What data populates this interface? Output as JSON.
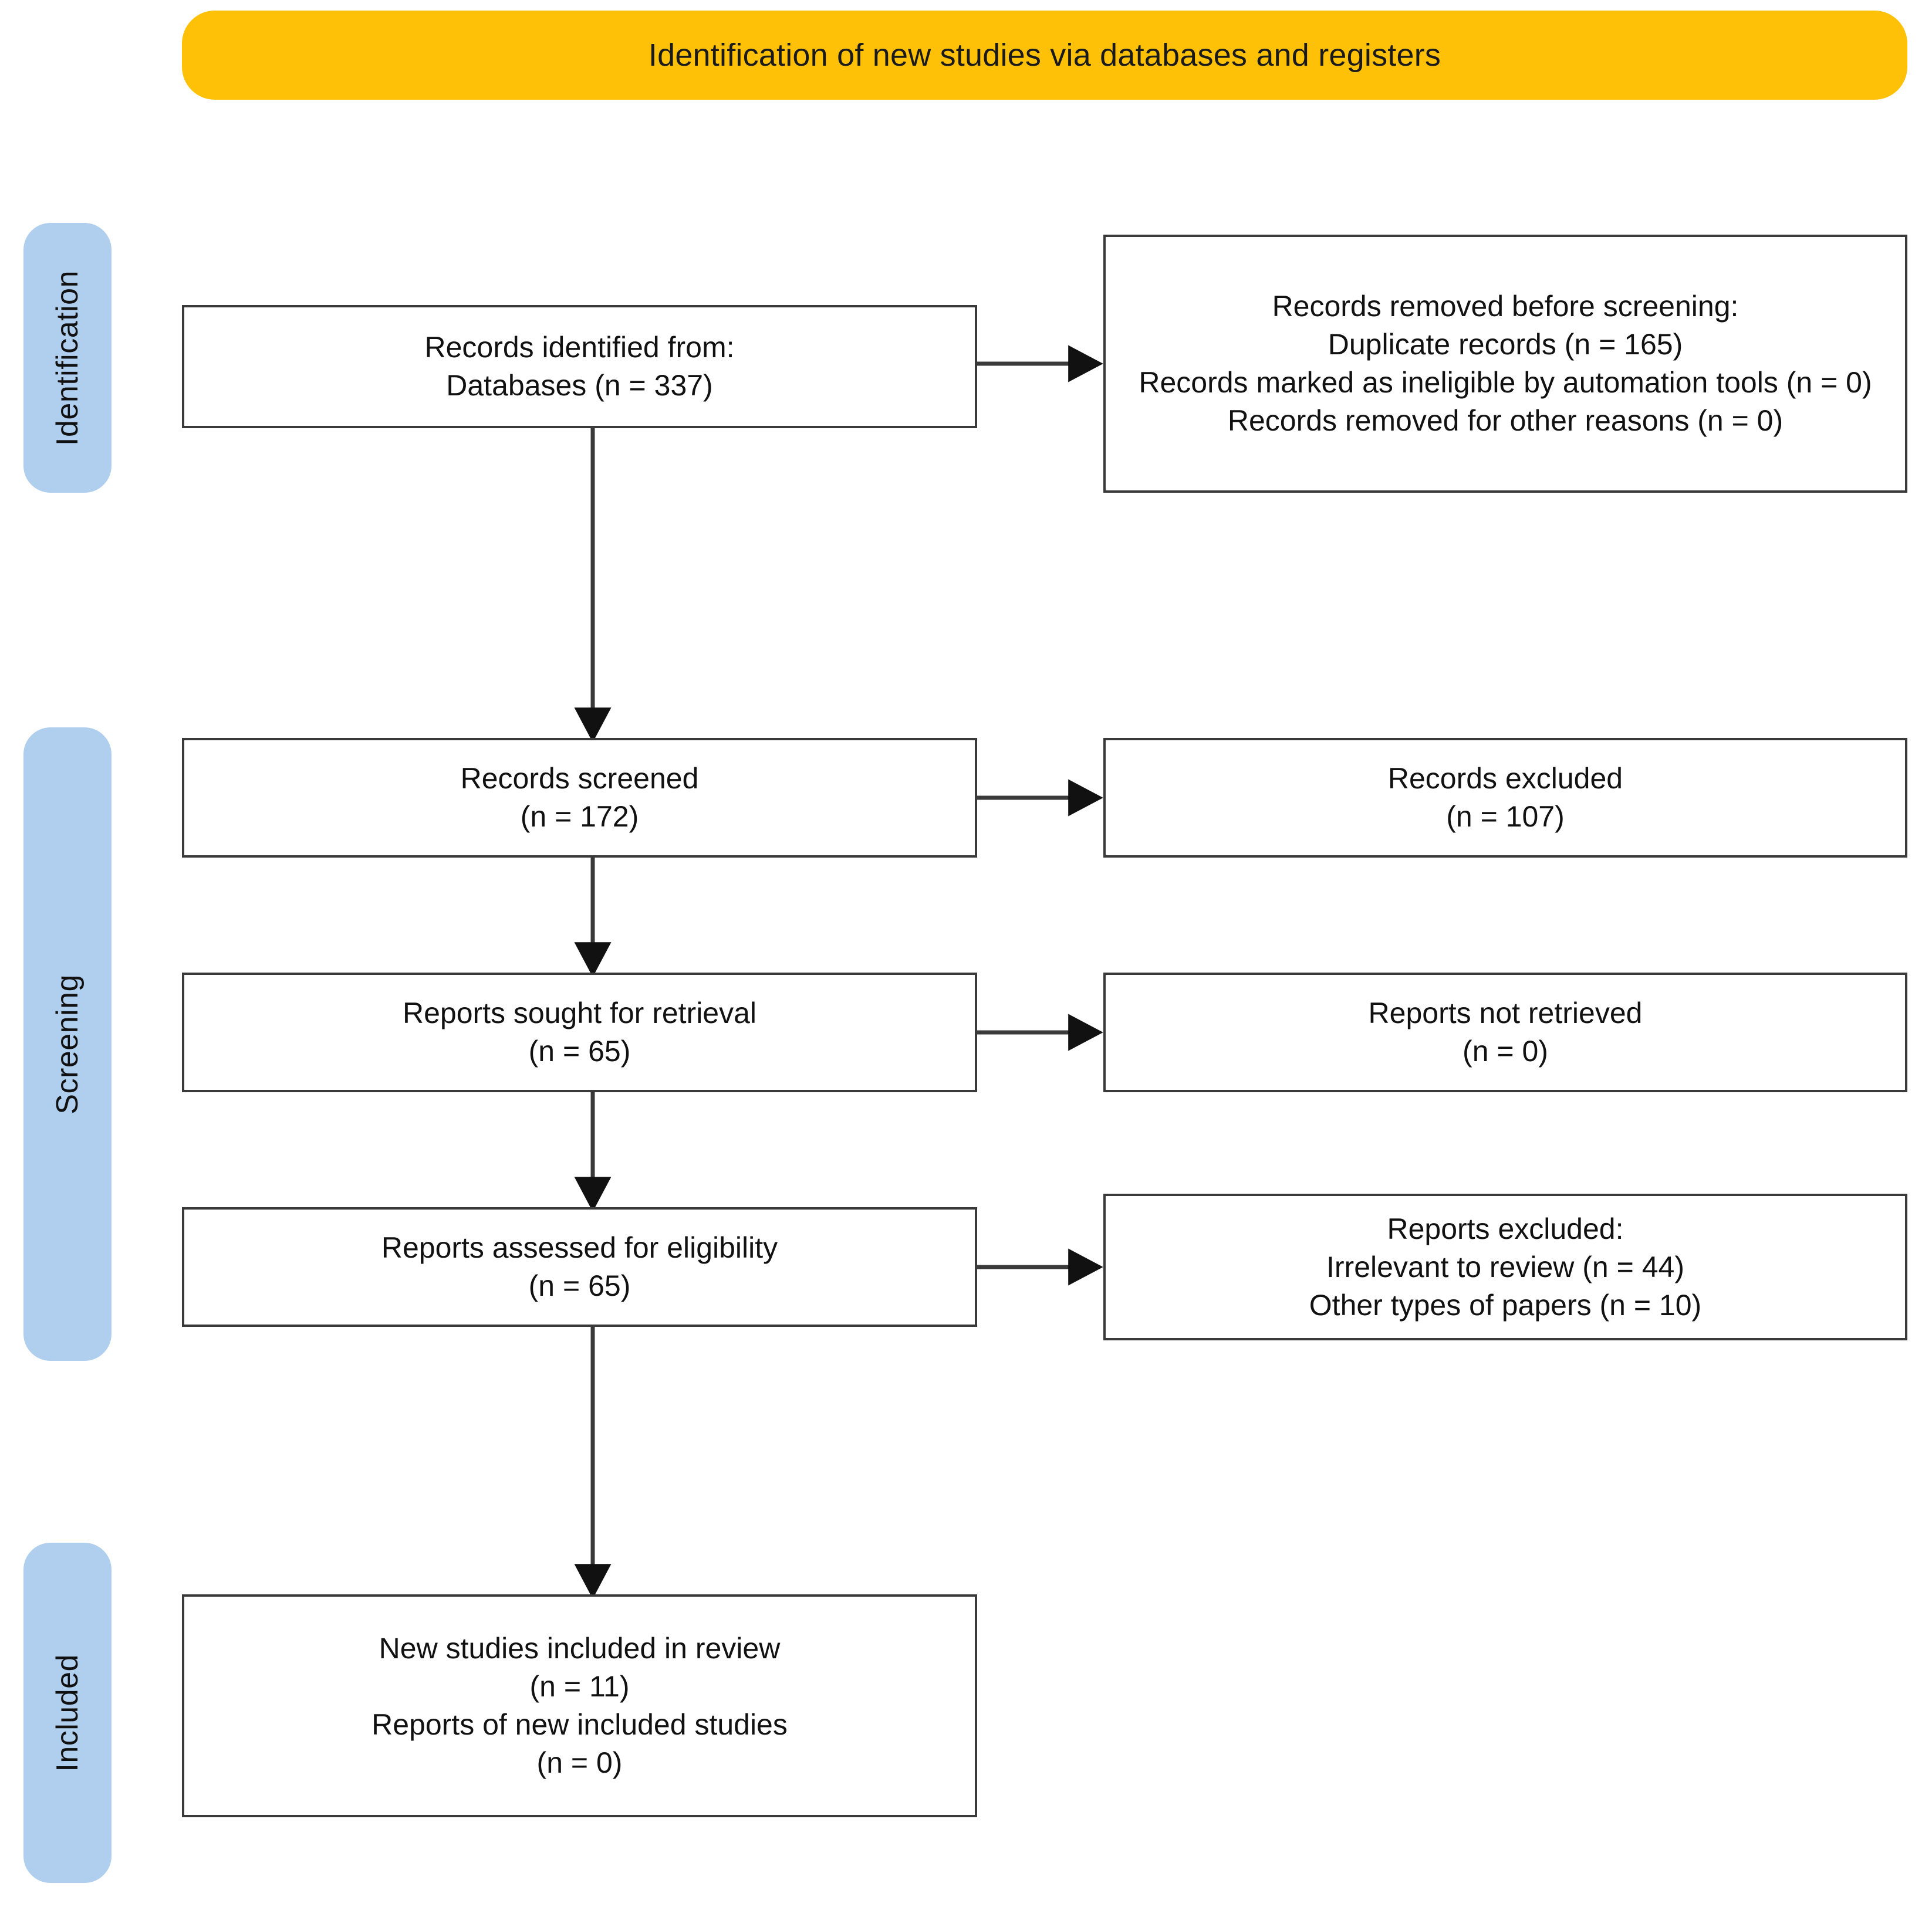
{
  "banner": {
    "title": "Identification of new studies via databases and registers",
    "color": "#FFC107"
  },
  "stages": [
    {
      "label": "Identification",
      "color": "#B0CEEE"
    },
    {
      "label": "Screening",
      "color": "#B0CEEE"
    },
    {
      "label": "Included",
      "color": "#B0CEEE"
    }
  ],
  "boxes": {
    "identified": {
      "lines": [
        "Records identified from:",
        "Databases (n = 337)"
      ]
    },
    "removed_before_screening": {
      "lines": [
        "Records removed before screening:",
        "Duplicate records (n = 165)",
        "Records marked as ineligible by automation tools (n = 0)",
        "Records removed for other reasons (n = 0)"
      ]
    },
    "records_screened": {
      "lines": [
        "Records screened",
        "(n = 172)"
      ]
    },
    "records_excluded": {
      "lines": [
        "Records excluded",
        "(n = 107)"
      ]
    },
    "reports_sought": {
      "lines": [
        "Reports sought for retrieval",
        "(n = 65)"
      ]
    },
    "reports_not_retrieved": {
      "lines": [
        "Reports not retrieved",
        "(n = 0)"
      ]
    },
    "reports_assessed": {
      "lines": [
        "Reports assessed for eligibility",
        "(n = 65)"
      ]
    },
    "reports_excluded": {
      "lines": [
        "Reports excluded:",
        "Irrelevant to review (n = 44)",
        "Other types of papers (n = 10)"
      ]
    },
    "new_studies_included": {
      "lines": [
        "New studies included in review",
        "(n = 11)",
        "Reports of new included studies",
        "(n = 0)"
      ]
    }
  },
  "chart_data": {
    "type": "diagram",
    "diagram_type": "prisma-flow",
    "title": "Identification of new studies via databases and registers",
    "stages": [
      "Identification",
      "Screening",
      "Included"
    ],
    "nodes": [
      {
        "id": "identified",
        "stage": "Identification",
        "label": "Records identified from: Databases",
        "n": 337
      },
      {
        "id": "removed_before_screening",
        "stage": "Identification",
        "label": "Records removed before screening",
        "duplicate_records": 165,
        "ineligible_by_automation_tools": 0,
        "removed_other_reasons": 0
      },
      {
        "id": "records_screened",
        "stage": "Screening",
        "label": "Records screened",
        "n": 172
      },
      {
        "id": "records_excluded",
        "stage": "Screening",
        "label": "Records excluded",
        "n": 107
      },
      {
        "id": "reports_sought",
        "stage": "Screening",
        "label": "Reports sought for retrieval",
        "n": 65
      },
      {
        "id": "reports_not_retrieved",
        "stage": "Screening",
        "label": "Reports not retrieved",
        "n": 0
      },
      {
        "id": "reports_assessed",
        "stage": "Screening",
        "label": "Reports assessed for eligibility",
        "n": 65
      },
      {
        "id": "reports_excluded",
        "stage": "Screening",
        "label": "Reports excluded",
        "irrelevant_to_review": 44,
        "other_types_of_papers": 10
      },
      {
        "id": "new_studies_included",
        "stage": "Included",
        "label": "New studies included in review",
        "new_studies": 11,
        "reports_of_new_included_studies": 0
      }
    ],
    "edges": [
      {
        "from": "identified",
        "to": "removed_before_screening",
        "direction": "right"
      },
      {
        "from": "identified",
        "to": "records_screened",
        "direction": "down"
      },
      {
        "from": "records_screened",
        "to": "records_excluded",
        "direction": "right"
      },
      {
        "from": "records_screened",
        "to": "reports_sought",
        "direction": "down"
      },
      {
        "from": "reports_sought",
        "to": "reports_not_retrieved",
        "direction": "right"
      },
      {
        "from": "reports_sought",
        "to": "reports_assessed",
        "direction": "down"
      },
      {
        "from": "reports_assessed",
        "to": "reports_excluded",
        "direction": "right"
      },
      {
        "from": "reports_assessed",
        "to": "new_studies_included",
        "direction": "down"
      }
    ]
  }
}
